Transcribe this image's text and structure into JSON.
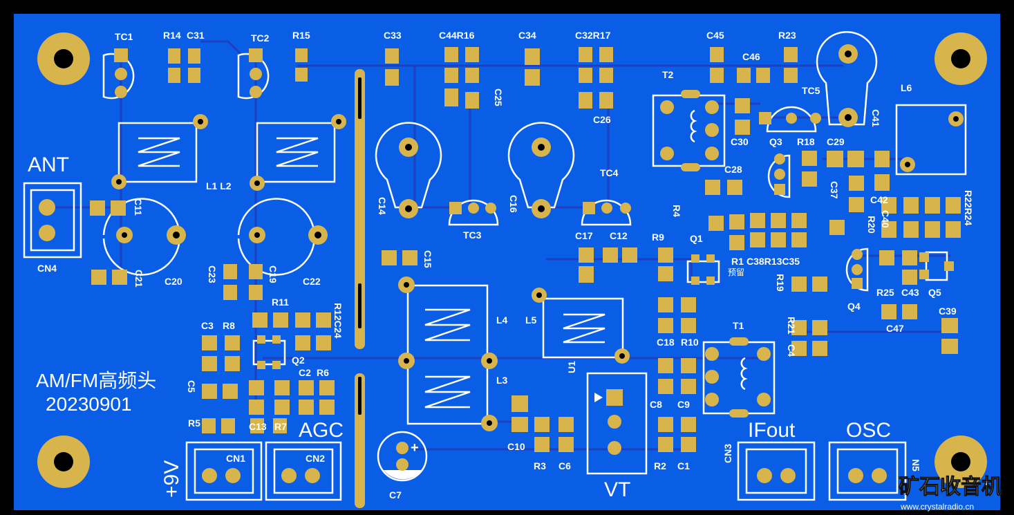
{
  "board": {
    "title": "AM/FM高频头",
    "date": "20230901",
    "watermark_cn": "矿石收音机",
    "watermark_url": "www.crystalradio.cn",
    "note_yuliu": "预留",
    "big_labels": [
      "ANT",
      "+9V",
      "AGC",
      "VT",
      "IFout",
      "OSC"
    ],
    "refs": {
      "tc1": "TC1",
      "r14": "R14",
      "c31": "C31",
      "tc2": "TC2",
      "r15": "R15",
      "c33": "C33",
      "c44r16": "C44R16",
      "c34": "C34",
      "c32r17": "C32R17",
      "c45": "C45",
      "r23": "R23",
      "c46": "C46",
      "t2": "T2",
      "l6": "L6",
      "c25": "C25",
      "c26": "C26",
      "tc5": "TC5",
      "c41": "C41",
      "c30": "C30",
      "q3": "Q3",
      "r18": "R18",
      "c29": "C29",
      "c28": "C28",
      "c37": "C37",
      "c42": "C42",
      "l1l2": "L1 L2",
      "c11": "C11",
      "cn4": "CN4",
      "c14": "C14",
      "tc3": "TC3",
      "c16": "C16",
      "tc4": "TC4",
      "r4": "R4",
      "c17": "C17",
      "c12": "C12",
      "r9": "R9",
      "q1": "Q1",
      "r20": "R20",
      "c40": "C40",
      "r22r24": "R22R24",
      "c21": "C21",
      "c20": "C20",
      "c23": "C23",
      "c19": "C19",
      "c22": "C22",
      "c15": "C15",
      "r1": "R1",
      "c38r13c35": "C38R13C35",
      "r19": "R19",
      "q4": "Q4",
      "r25": "R25",
      "c43": "C43",
      "q5": "Q5",
      "r11": "R11",
      "r12c24": "R12C24",
      "l4": "L4",
      "l5": "L5",
      "c18": "C18",
      "r10": "R10",
      "t1": "T1",
      "r21": "R21",
      "c4": "C4",
      "c47": "C47",
      "c39": "C39",
      "c3": "C3",
      "r8": "R8",
      "q2": "Q2",
      "c5": "C5",
      "c2": "C2",
      "r6": "R6",
      "l3": "L3",
      "u1": "U1",
      "c8": "C8",
      "c9": "C9",
      "r5": "R5",
      "c13": "C13",
      "r7": "R7",
      "c10": "C10",
      "r3": "R3",
      "c6": "C6",
      "r2": "R2",
      "c1": "C1",
      "cn3": "CN3",
      "cn5": "N5",
      "cn1": "CN1",
      "cn2": "CN2",
      "c7": "C7"
    }
  },
  "colors": {
    "board": "#0a5ee6",
    "copper": "#d8b54c",
    "silk": "#ffffff",
    "trace": "#1f3ec0",
    "edge": "#000000"
  }
}
